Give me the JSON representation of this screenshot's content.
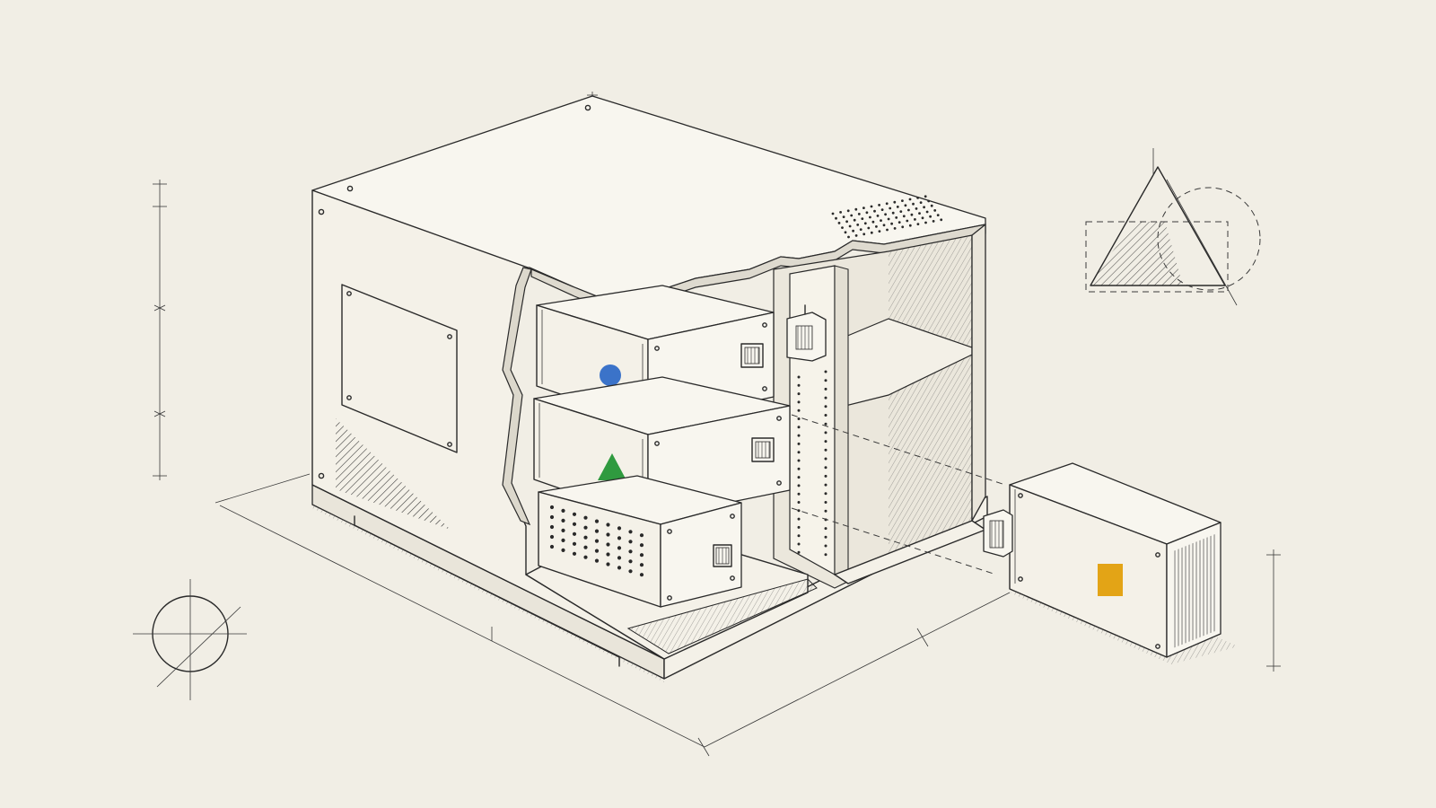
{
  "colors": {
    "background": "#f1eee5",
    "ink": "#2a2a2a",
    "module_1_marker": "#3b73c9",
    "module_2_marker": "#2f9a3f",
    "external_module_marker": "#e3a416"
  },
  "diagram": {
    "elements": [
      {
        "name": "main-enclosure"
      },
      {
        "name": "module-circle-blue"
      },
      {
        "name": "module-triangle-green"
      },
      {
        "name": "module-perforated"
      },
      {
        "name": "external-module-square-yellow"
      },
      {
        "name": "construction-geometry-triangle-circle-square"
      },
      {
        "name": "registration-crosshair-circle"
      }
    ]
  }
}
